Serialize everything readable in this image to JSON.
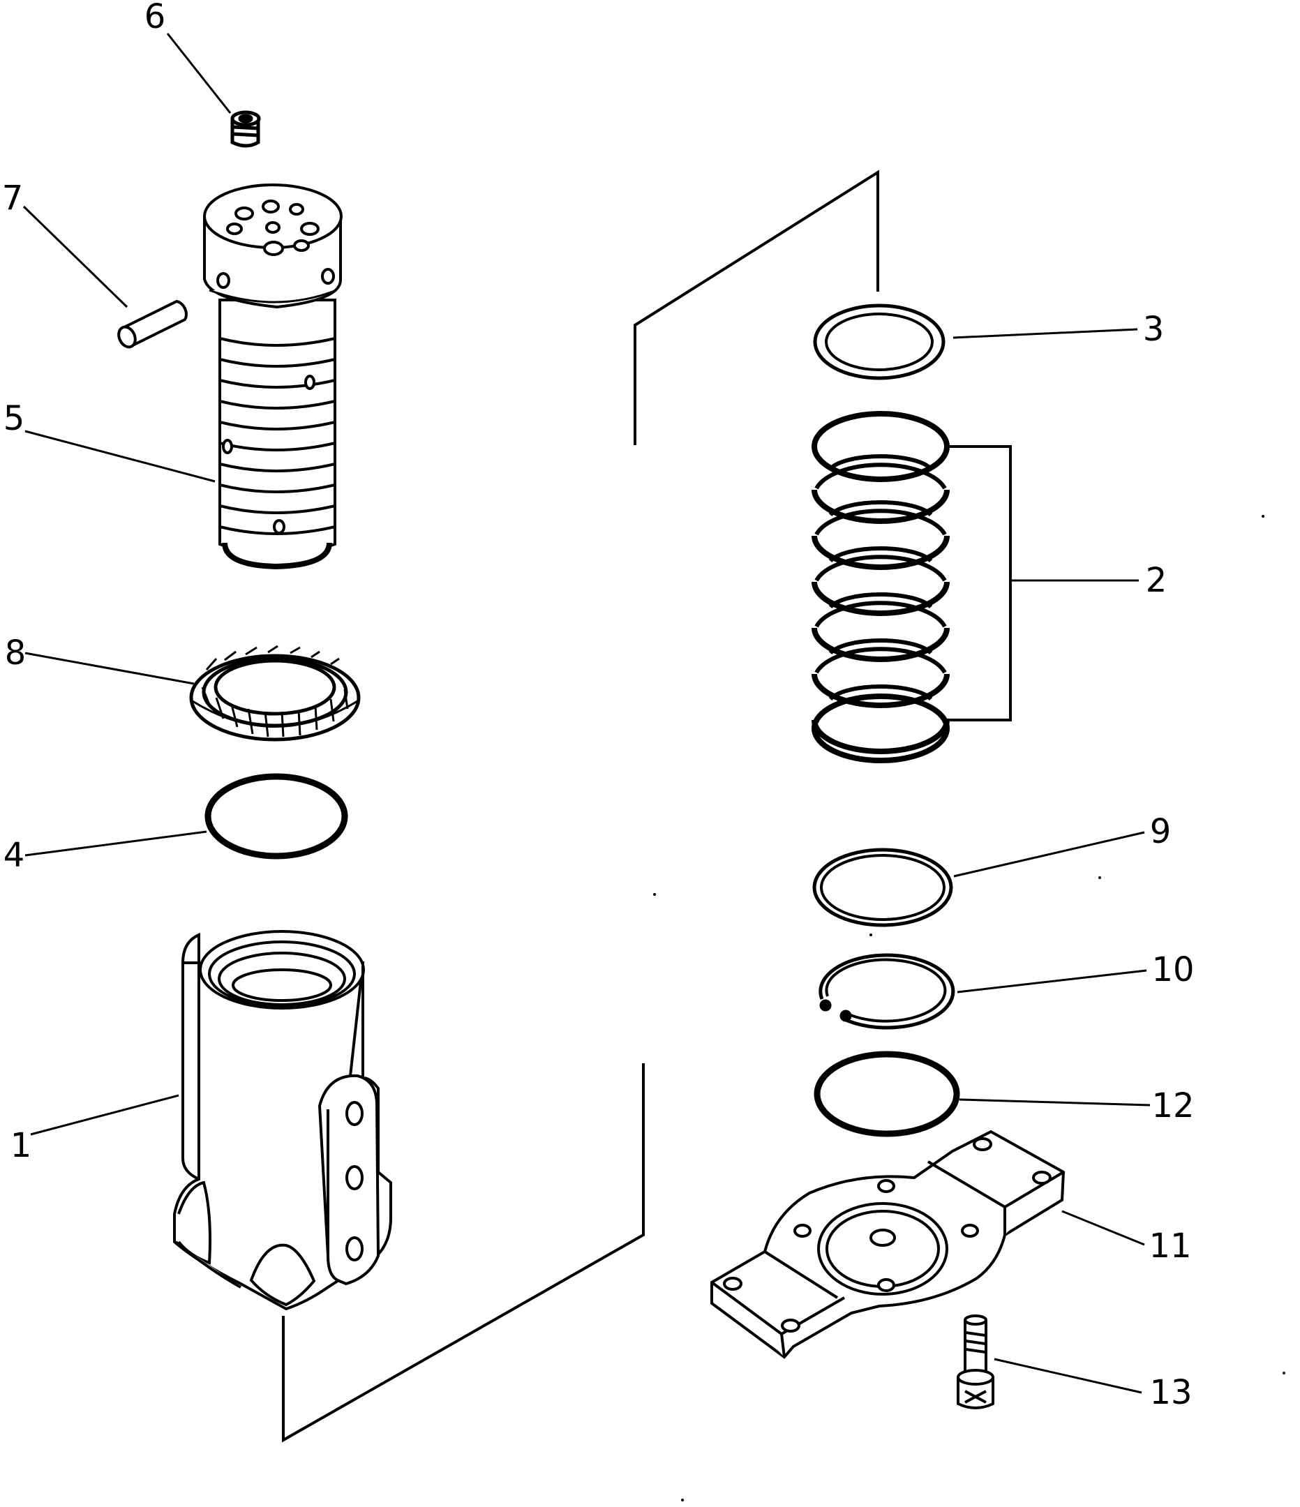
{
  "diagram": {
    "type": "exploded-parts-view",
    "line_color": "#000000",
    "background": "#ffffff",
    "callouts": [
      {
        "part": "body-housing",
        "label": "1"
      },
      {
        "part": "seal-ring-stack",
        "label": "2"
      },
      {
        "part": "thrust-washer",
        "label": "3"
      },
      {
        "part": "o-ring-left",
        "label": "4"
      },
      {
        "part": "rotor-shaft",
        "label": "5"
      },
      {
        "part": "plug-screw",
        "label": "6"
      },
      {
        "part": "dowel-pin",
        "label": "7"
      },
      {
        "part": "dust-seal-ring",
        "label": "8"
      },
      {
        "part": "ring-9",
        "label": "9"
      },
      {
        "part": "snap-ring",
        "label": "10"
      },
      {
        "part": "cover-plate",
        "label": "11"
      },
      {
        "part": "o-ring-right",
        "label": "12"
      },
      {
        "part": "bolt",
        "label": "13"
      }
    ]
  }
}
